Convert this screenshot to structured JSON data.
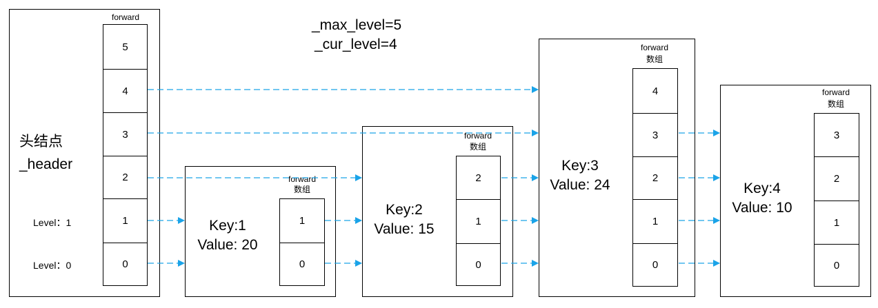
{
  "info": {
    "max_level": "_max_level=5",
    "cur_level": "_cur_level=4"
  },
  "header_node": {
    "title": "头结点",
    "subtitle": "_header",
    "forward_label": "forward",
    "levels": [
      "5",
      "4",
      "3",
      "2",
      "1",
      "0"
    ],
    "level_labels": [
      "Level：1",
      "Level：0"
    ]
  },
  "nodes": [
    {
      "key": "Key:1",
      "value": "Value: 20",
      "forward_label": "forward",
      "array_label": "数组",
      "levels": [
        "1",
        "0"
      ]
    },
    {
      "key": "Key:2",
      "value": "Value: 15",
      "forward_label": "forward",
      "array_label": "数组",
      "levels": [
        "2",
        "1",
        "0"
      ]
    },
    {
      "key": "Key:3",
      "value": "Value: 24",
      "forward_label": "forward",
      "array_label": "数组",
      "levels": [
        "4",
        "3",
        "2",
        "1",
        "0"
      ]
    },
    {
      "key": "Key:4",
      "value": "Value: 10",
      "forward_label": "forward",
      "array_label": "数组",
      "levels": [
        "3",
        "2",
        "1",
        "0"
      ]
    }
  ],
  "colors": {
    "arrow": "#1aa3e8",
    "border": "#000000"
  }
}
